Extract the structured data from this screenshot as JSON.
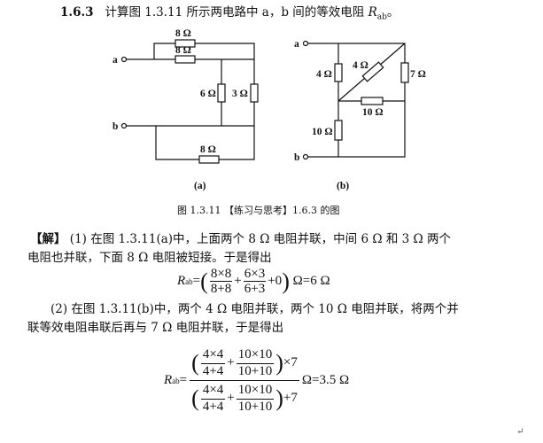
{
  "problem": {
    "number": "1.6.3",
    "text": "计算图 1.3.11 所示两电路中 a，b 间的等效电阻 ",
    "symbol": "R",
    "symbol_sub": "ab",
    "end": "。"
  },
  "figure": {
    "a": {
      "label": "(a)",
      "terminal_a": "a",
      "terminal_b": "b",
      "r_top": "8 Ω",
      "r_mid": "8 Ω",
      "r_6": "6 Ω",
      "r_3": "3 Ω",
      "r_bottom": "8 Ω"
    },
    "b": {
      "label": "(b)",
      "terminal_a": "a",
      "terminal_b": "b",
      "r_4_left": "4 Ω",
      "r_4_diag": "4 Ω",
      "r_7": "7 Ω",
      "r_10_h": "10 Ω",
      "r_10_v": "10 Ω"
    },
    "caption": "图 1.3.11 【练习与思考】1.6.3 的图"
  },
  "solution": {
    "tag": "【解】",
    "p1_line1": "(1) 在图 1.3.11(a)中，上面两个 8 Ω 电阻并联，中间 6 Ω 和 3 Ω 两个",
    "p1_line2": "电阻也并联，下面 8 Ω 电阻被短接。于是得出",
    "eq1": {
      "lhs": "R",
      "sub": "ab",
      "eq": "=",
      "f1n": "8×8",
      "f1d": "8+8",
      "plus": "+",
      "f2n": "6×3",
      "f2d": "6+3",
      "tail": "+0",
      "result": "Ω=6 Ω"
    },
    "p2_line1": "(2) 在图 1.3.11(b)中，两个 4 Ω 电阻并联，两个 10 Ω 电阻并联，将两个并",
    "p2_line2": "联等效电阻串联后再与 7 Ω 电阻并联，于是得出",
    "eq2": {
      "lhs": "R",
      "sub": "ab",
      "eq": "=",
      "f1n": "4×4",
      "f1d": "4+4",
      "plus": "+",
      "f2n": "10×10",
      "f2d": "10+10",
      "num_tail": "×7",
      "den_tail": "+7",
      "result": "Ω=3.5 Ω"
    },
    "end_mark": "↵"
  }
}
